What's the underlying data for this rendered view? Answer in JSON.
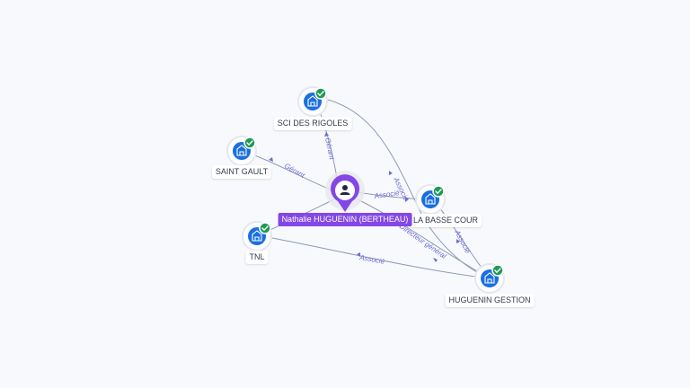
{
  "person": {
    "name": "Nathalie HUGUENIN (BERTHEAU)"
  },
  "companies": {
    "sci_des_rigoles": "SCI DES RIGOLES",
    "saint_gault": "SAINT GAULT",
    "tnl": "TNL",
    "la_basse_cour": "LA BASSE COUR",
    "huguenin_gestion": "HUGUENIN GESTION"
  },
  "edges": {
    "gerant_rigoles": "Gérant",
    "gerant_saint_gault": "Gérant",
    "associe_basse_cour": "Associé",
    "directeur_general": "Directeur général",
    "associe_tnl_huguenin": "Associé",
    "associe_rigoles_huguenin": "Associé",
    "associe_basse_cour_huguenin": "Associé"
  },
  "colors": {
    "person_accent": "#8447e6",
    "company_icon": "#1a6fe0",
    "verified_badge": "#1f9a55",
    "edge": "#8f9bb3",
    "edge_label": "#6b6bd6"
  },
  "icons": {
    "person": "person-icon",
    "company": "building-icon",
    "verified": "check-badge-icon"
  }
}
